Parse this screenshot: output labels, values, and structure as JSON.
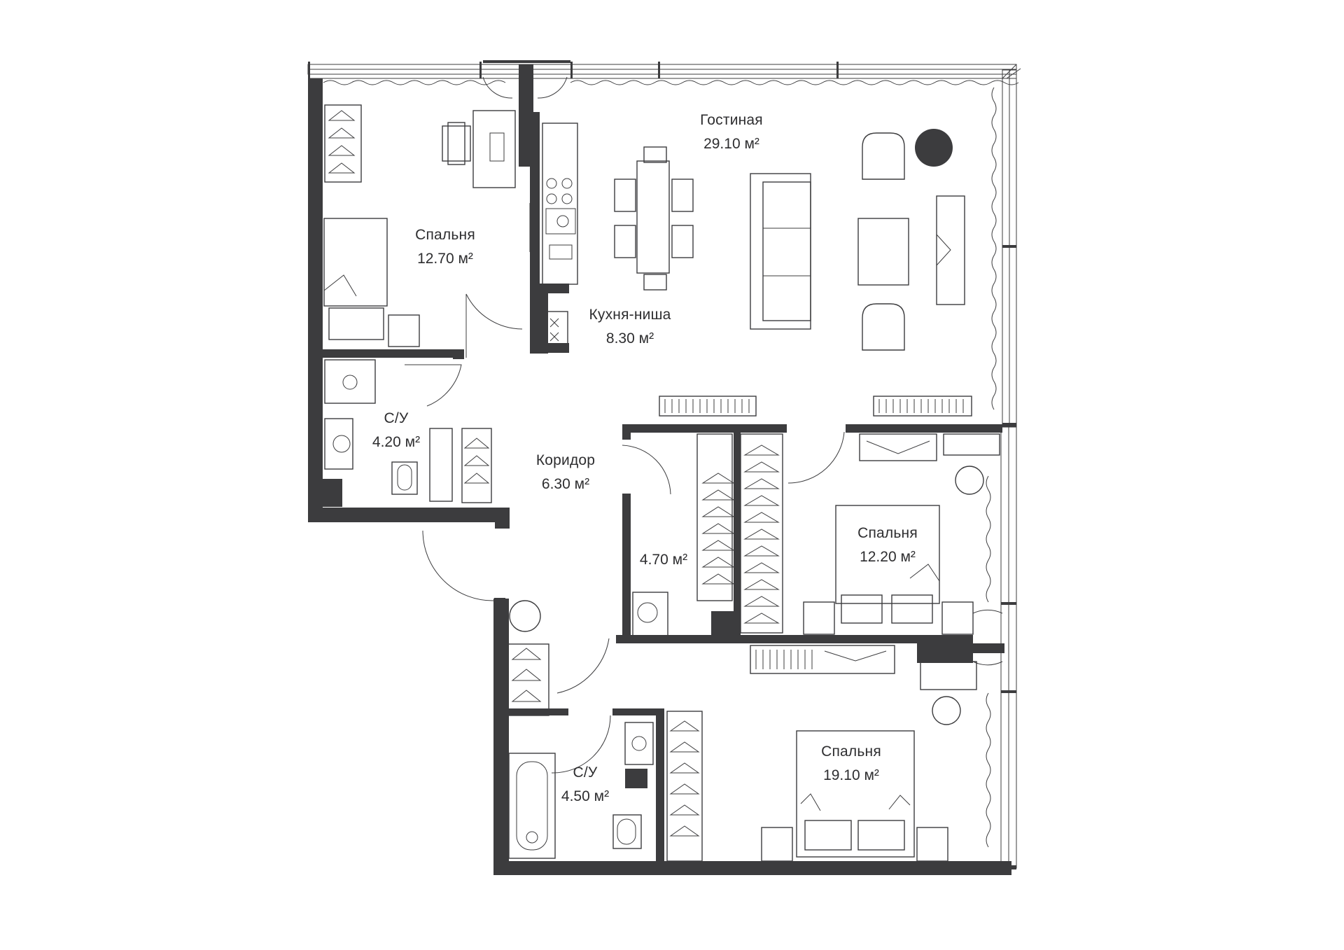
{
  "rooms": {
    "living": {
      "name": "Гостиная",
      "area": "29.10 м²"
    },
    "bedroom_nw": {
      "name": "Спальня",
      "area": "12.70 м²"
    },
    "kitchen": {
      "name": "Кухня-ниша",
      "area": "8.30 м²"
    },
    "bath_w": {
      "name": "С/У",
      "area": "4.20 м²"
    },
    "corridor": {
      "name": "Коридор",
      "area": "6.30 м²"
    },
    "storage": {
      "name": "",
      "area": "4.70 м²"
    },
    "bedroom_e": {
      "name": "Спальня",
      "area": "12.20 м²"
    },
    "bath_s": {
      "name": "С/У",
      "area": "4.50 м²"
    },
    "bedroom_se": {
      "name": "Спальня",
      "area": "19.10 м²"
    }
  },
  "colors": {
    "wall": "#3c3c3e",
    "line": "#3c3c3e",
    "background": "#ffffff"
  }
}
